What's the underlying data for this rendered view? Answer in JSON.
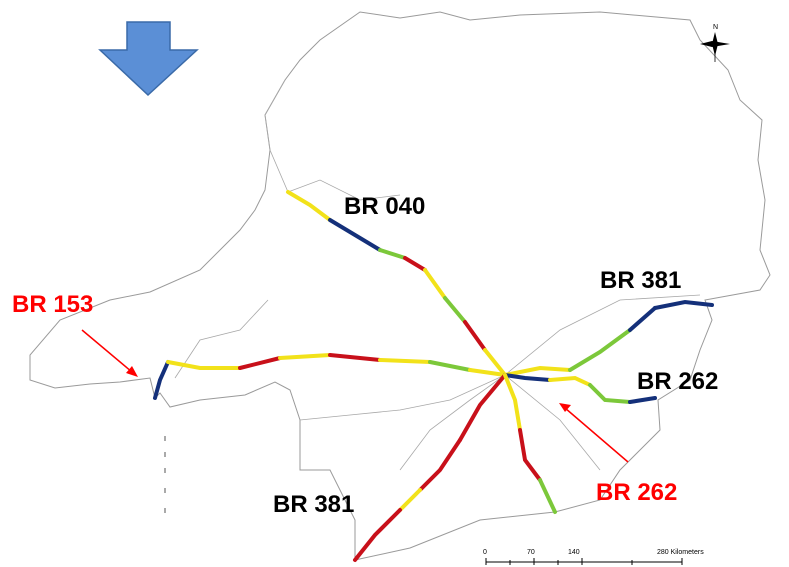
{
  "road_labels": {
    "br040": "BR 040",
    "br381_north": "BR 381",
    "br262_east": "BR 262",
    "br381_south": "BR 381",
    "br153_callout": "BR 153",
    "br262_callout": "BR 262"
  },
  "compass": {
    "north_label": "N"
  },
  "scale_bar": {
    "ticks": [
      "0",
      "70",
      "140",
      "280 Kilometers"
    ]
  },
  "colors": {
    "callout_red": "#ff0000",
    "label_black": "#000000",
    "arrow_blue": "#5b8fd6",
    "arrow_outline": "#3a6aa8",
    "road_red": "#c8101a",
    "road_yellow": "#f2e21a",
    "road_green": "#7cc83a",
    "road_navy": "#14307a",
    "border_gray": "#9a9a9a"
  },
  "icons": {
    "direction_arrow": "down-arrow-icon",
    "compass": "compass-rose-icon"
  }
}
